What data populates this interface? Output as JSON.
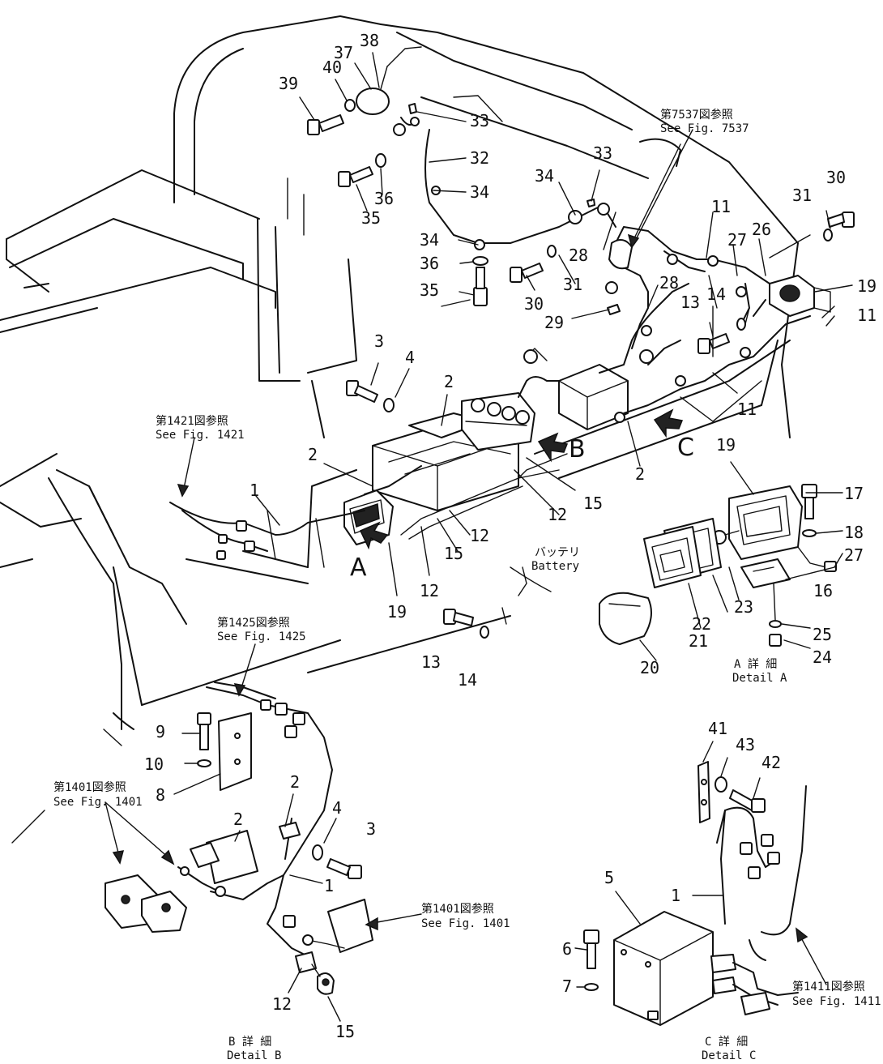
{
  "part_numbers": {
    "p1": "1",
    "p2": "2",
    "p3": "3",
    "p4": "4",
    "p5": "5",
    "p6": "6",
    "p7": "7",
    "p8": "8",
    "p9": "9",
    "p10": "10",
    "p11": "11",
    "p12": "12",
    "p13": "13",
    "p14": "14",
    "p15": "15",
    "p16": "16",
    "p17": "17",
    "p18": "18",
    "p19": "19",
    "p20": "20",
    "p21": "21",
    "p22": "22",
    "p23": "23",
    "p24": "24",
    "p25": "25",
    "p26": "26",
    "p27": "27",
    "p28": "28",
    "p29": "29",
    "p30": "30",
    "p31": "31",
    "p32": "32",
    "p33": "33",
    "p34": "34",
    "p35": "35",
    "p36": "36",
    "p37": "37",
    "p38": "38",
    "p39": "39",
    "p40": "40",
    "p41": "41",
    "p42": "42",
    "p43": "43"
  },
  "view_markers": {
    "a": "A",
    "b": "B",
    "c": "C"
  },
  "references": {
    "fig7537_jp": "第7537図参照",
    "fig7537_en": "See Fig. 7537",
    "fig1421_jp": "第1421図参照",
    "fig1421_en": "See Fig. 1421",
    "fig1425_jp": "第1425図参照",
    "fig1425_en": "See Fig. 1425",
    "fig1401a_jp": "第1401図参照",
    "fig1401a_en": "See Fig. 1401",
    "fig1401b_jp": "第1401図参照",
    "fig1401b_en": "See Fig. 1401",
    "fig1411_jp": "第1411図参照",
    "fig1411_en": "See Fig. 1411"
  },
  "battery": {
    "jp": "バッテリ",
    "en": "Battery"
  },
  "details": {
    "a_jp": "A 詳 細",
    "a_en": "Detail A",
    "b_jp": "B 詳 細",
    "b_en": "Detail B",
    "c_jp": "C 詳 細",
    "c_en": "Detail C"
  }
}
